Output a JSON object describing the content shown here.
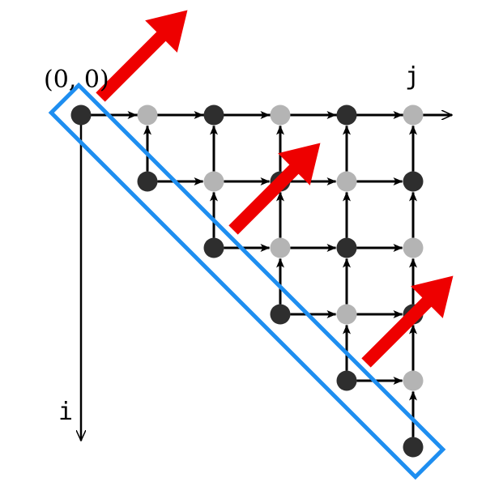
{
  "labels": {
    "origin": "(0, 0)",
    "j_axis": "j",
    "i_axis": "i"
  },
  "grid": {
    "size": 6,
    "nodes": [
      {
        "i": 0,
        "j": 0,
        "shade": "dark"
      },
      {
        "i": 0,
        "j": 1,
        "shade": "light"
      },
      {
        "i": 0,
        "j": 2,
        "shade": "dark"
      },
      {
        "i": 0,
        "j": 3,
        "shade": "light"
      },
      {
        "i": 0,
        "j": 4,
        "shade": "dark"
      },
      {
        "i": 0,
        "j": 5,
        "shade": "light"
      },
      {
        "i": 1,
        "j": 1,
        "shade": "dark"
      },
      {
        "i": 1,
        "j": 2,
        "shade": "light"
      },
      {
        "i": 1,
        "j": 3,
        "shade": "dark"
      },
      {
        "i": 1,
        "j": 4,
        "shade": "light"
      },
      {
        "i": 1,
        "j": 5,
        "shade": "dark"
      },
      {
        "i": 2,
        "j": 2,
        "shade": "dark"
      },
      {
        "i": 2,
        "j": 3,
        "shade": "light"
      },
      {
        "i": 2,
        "j": 4,
        "shade": "dark"
      },
      {
        "i": 2,
        "j": 5,
        "shade": "light"
      },
      {
        "i": 3,
        "j": 3,
        "shade": "dark"
      },
      {
        "i": 3,
        "j": 4,
        "shade": "light"
      },
      {
        "i": 3,
        "j": 5,
        "shade": "dark"
      },
      {
        "i": 4,
        "j": 4,
        "shade": "dark"
      },
      {
        "i": 4,
        "j": 5,
        "shade": "light"
      },
      {
        "i": 5,
        "j": 5,
        "shade": "dark"
      }
    ],
    "red_arrow_rows": [
      0,
      2,
      4
    ]
  },
  "colors": {
    "node_dark": "#2e2e2e",
    "node_light": "#b4b4b4",
    "edge": "#000000",
    "highlight_box": "#1e8ef0",
    "big_arrow": "#ee0000"
  }
}
